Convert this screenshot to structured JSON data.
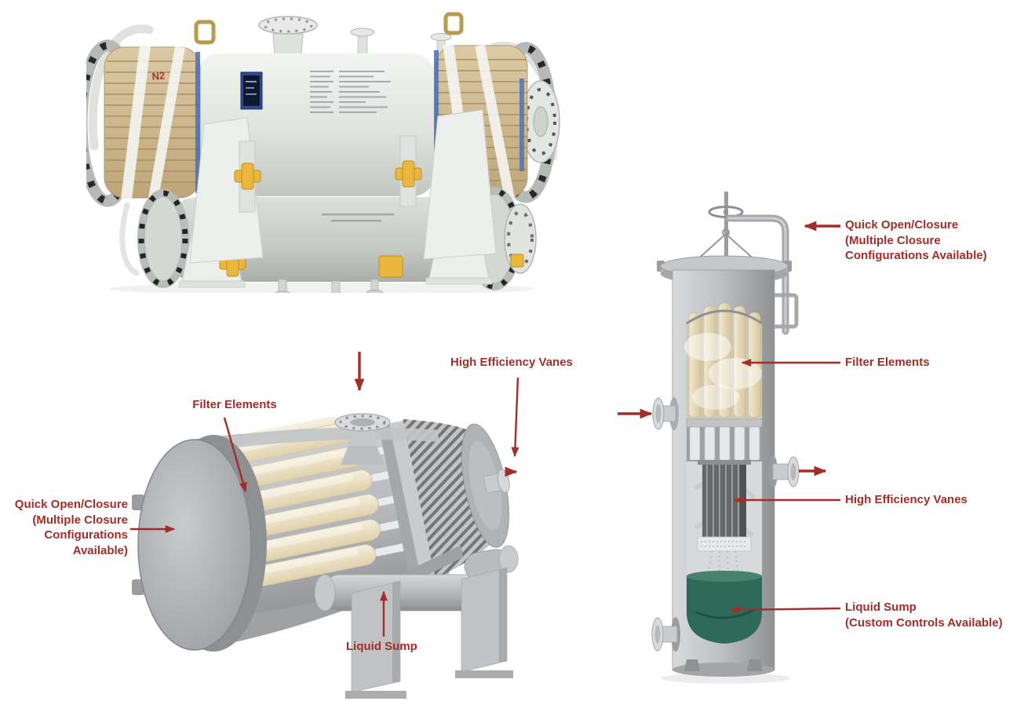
{
  "colors": {
    "red": "#a32d28",
    "liquid_green": "#2e6a57",
    "filter_cream": "#ece0c2",
    "steel_light": "#d9dbdc",
    "steel_mid": "#b3b5b8",
    "steel_dark": "#87898c",
    "wood_tan": "#d5c29e",
    "fitting_yellow": "#e9b63e",
    "tag_navy": "#2c4a96",
    "background": "#ffffff"
  },
  "figures": {
    "photo": {
      "marking": "N2"
    },
    "horizontal": {
      "labels": {
        "filter_elements": "Filter Elements",
        "high_efficiency_vanes": "High Efficiency Vanes",
        "quick_open": [
          "Quick Open/Closure",
          "(Multiple Closure",
          "Configurations",
          "Available)"
        ],
        "liquid_sump": "Liquid Sump"
      }
    },
    "vertical": {
      "labels": {
        "quick_open": [
          "Quick Open/Closure",
          "(Multiple Closure",
          "Configurations Available)"
        ],
        "filter_elements": "Filter Elements",
        "high_efficiency_vanes": "High Efficiency Vanes",
        "liquid_sump": [
          "Liquid Sump",
          "(Custom Controls Available)"
        ]
      }
    }
  }
}
